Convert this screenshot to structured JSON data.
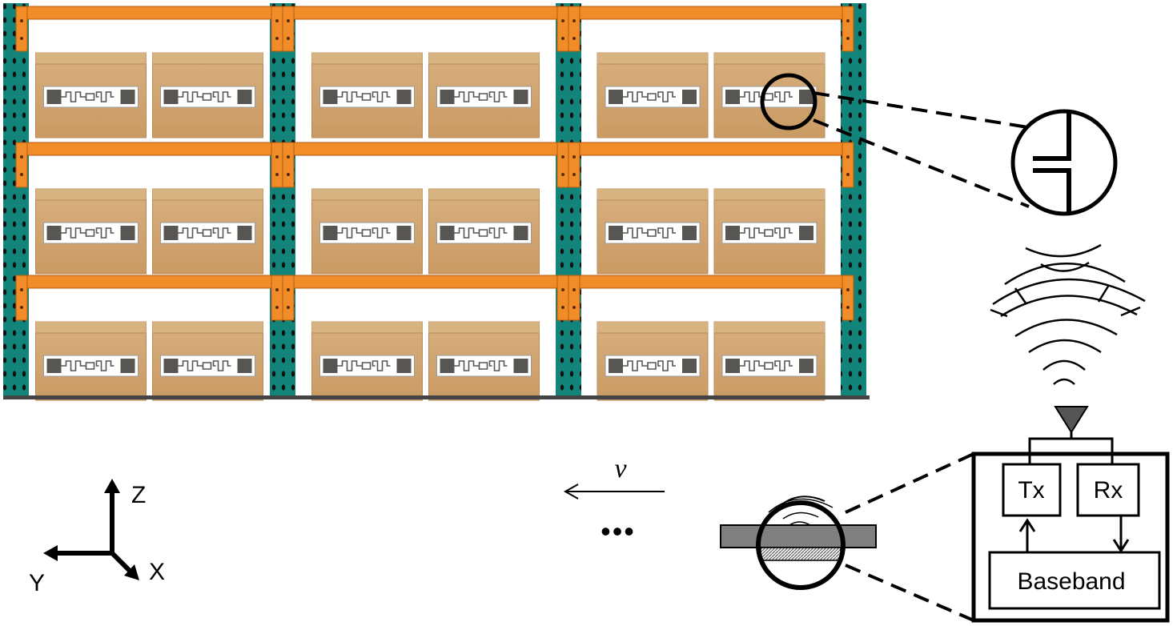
{
  "axes": {
    "z": "Z",
    "x": "X",
    "y": "Y"
  },
  "velocity_label": "v",
  "ellipsis": "•••",
  "reader": {
    "tx": "Tx",
    "rx": "Rx",
    "baseband": "Baseband"
  },
  "shelf": {
    "columns": 3,
    "rows": 3,
    "boxes_per_bay": 2
  },
  "colors": {
    "upright": "#138479",
    "beam": "#f28c28",
    "box": "#cfa370",
    "box_dark": "#b98a58",
    "tag_body": "#585653",
    "line": "#000000",
    "reader_body": "#777777"
  },
  "icons": [
    "rfid-tag-icon",
    "capacitor-symbol-icon",
    "radio-wave-icon",
    "antenna-icon",
    "rfid-reader-device-icon",
    "axis-arrows-icon"
  ]
}
